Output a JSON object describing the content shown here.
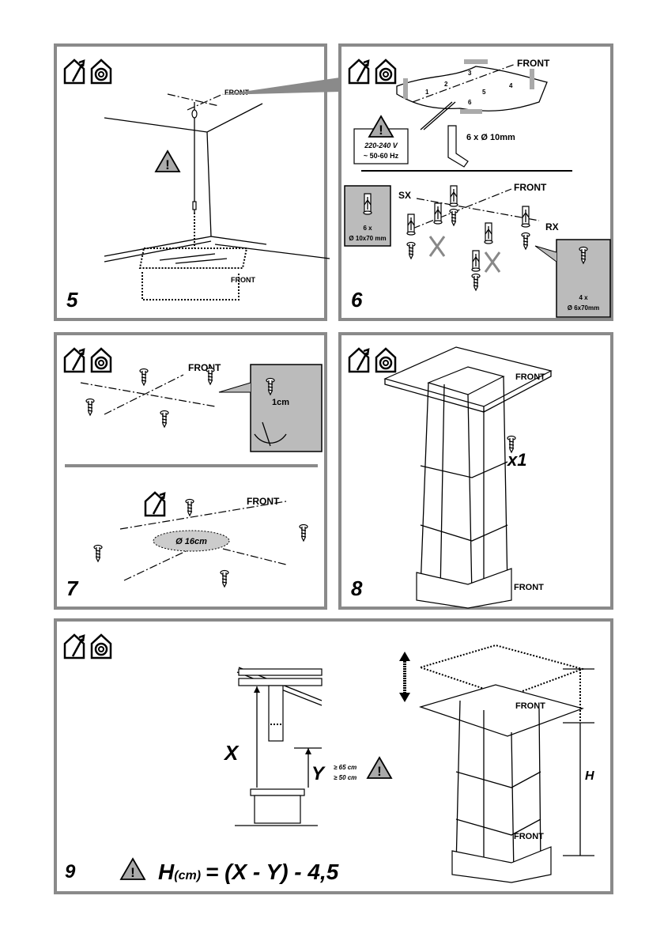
{
  "icons": {
    "install": "house-with-tool-icon",
    "extraction": "house-with-spiral-icon",
    "warning": "warning-triangle-icon"
  },
  "panels": {
    "p5": {
      "number": "5",
      "front": "FRONT",
      "front2": "FRONT"
    },
    "p6": {
      "number": "6",
      "front": "FRONT",
      "front2": "FRONT",
      "holes": [
        "1",
        "2",
        "3",
        "4",
        "5",
        "6"
      ],
      "voltage": "220-240 V",
      "frequency": "~ 50-60 Hz",
      "drill": "6 x Ø 10mm",
      "left": "SX",
      "right": "RX",
      "plug_qty": "6 x",
      "plug_size": "Ø 10x70 mm",
      "screw_qty": "4 x",
      "screw_size": "Ø 6x70mm"
    },
    "p7": {
      "number": "7",
      "front": "FRONT",
      "front2": "FRONT",
      "gap": "1cm",
      "diameter": "Ø 16cm"
    },
    "p8": {
      "number": "8",
      "front": "FRONT",
      "front2": "FRONT",
      "qty": "x1"
    },
    "p9": {
      "number": "9",
      "x": "X",
      "y": "Y",
      "gas": "≥ 65 cm",
      "electric": "≥ 50 cm",
      "h": "H",
      "front": "FRONT",
      "front2": "FRONT",
      "formula_h": "H",
      "formula_unit": "(cm)",
      "formula_rest": "= (X - Y) - 4,5"
    }
  }
}
